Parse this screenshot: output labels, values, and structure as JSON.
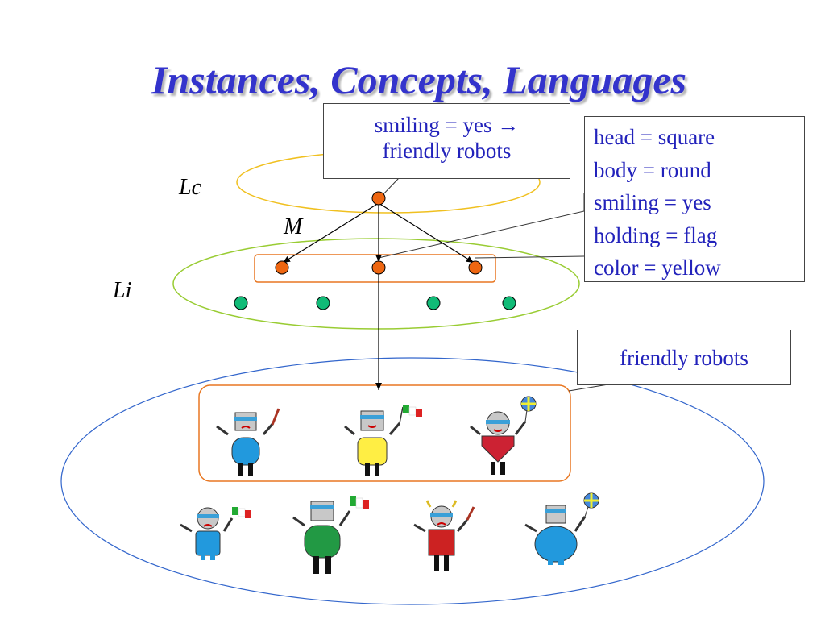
{
  "slide": {
    "title": "Instances, Concepts, Languages"
  },
  "labels": {
    "concept_language": "Lc",
    "mapping": "M",
    "instance_language": "Li"
  },
  "callouts": {
    "rule": {
      "line1": "smiling = yes →",
      "line2": "friendly robots"
    },
    "attributes": [
      "head = square",
      "body = round",
      "smiling = yes",
      "holding = flag",
      "color = yellow"
    ],
    "set_name": "friendly robots"
  },
  "colors": {
    "title": "#3333cc",
    "callout_text": "#2222bb",
    "concept_ellipse": "#f0c020",
    "instance_ellipse": "#99cc33",
    "universe_ellipse": "#3366cc",
    "selection_box": "#e87722",
    "node_orange": "#ee6611",
    "node_green": "#11bb77"
  },
  "robots": [
    {
      "name": "robot-blue-square-head-frowning",
      "body": "blue",
      "holding": "sword"
    },
    {
      "name": "robot-yellow-square-head-smiling",
      "body": "yellow",
      "holding": "flag"
    },
    {
      "name": "robot-red-round-body-smiling",
      "body": "red",
      "holding": "balloon"
    },
    {
      "name": "robot-small-blue-frowning",
      "body": "blue",
      "holding": "flag"
    },
    {
      "name": "robot-green-square-head",
      "body": "green",
      "holding": "flag"
    },
    {
      "name": "robot-red-horned-frowning",
      "body": "red",
      "holding": "sword"
    },
    {
      "name": "robot-blue-round-body",
      "body": "blue",
      "holding": "balloon"
    }
  ]
}
